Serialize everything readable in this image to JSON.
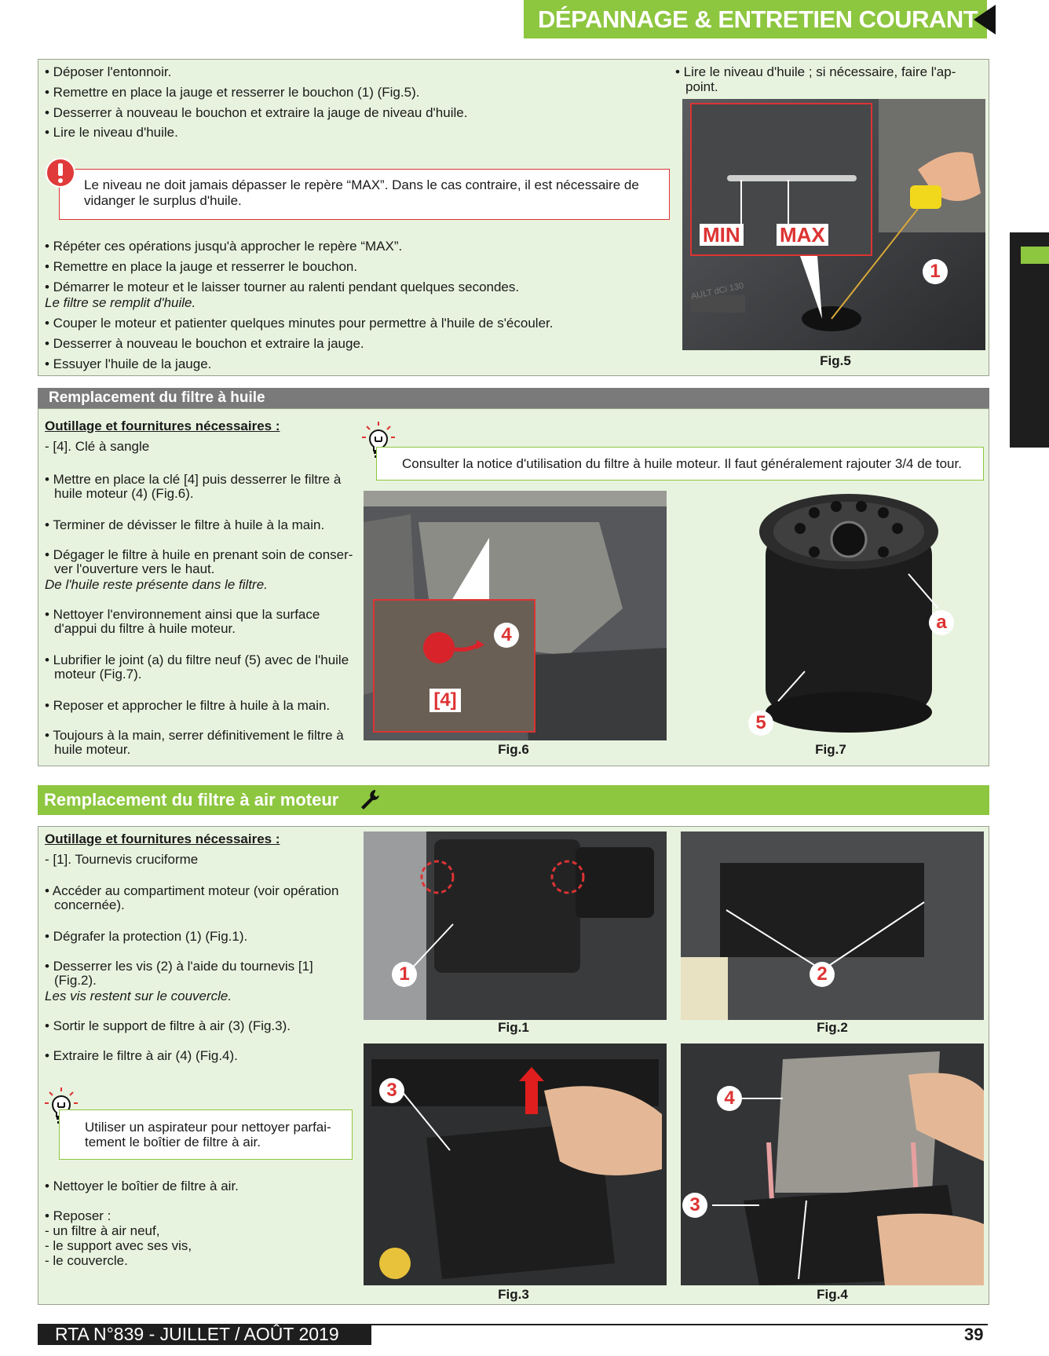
{
  "header": {
    "title": "DÉPANNAGE & ENTRETIEN COURANT"
  },
  "oil_level": {
    "left_bullets": [
      "• Déposer l'entonnoir.",
      "• Remettre en place la jauge et resserrer le bouchon (1) (Fig.5).",
      "• Desserrer à nouveau le bouchon et extraire la jauge de niveau d'huile.",
      "• Lire le niveau d'huile."
    ],
    "warning_line1": "Le niveau ne doit jamais dépasser le repère “MAX”. Dans le cas contraire, il est nécessaire de",
    "warning_line2": "vidanger le surplus d'huile.",
    "bullets2": [
      "• Répéter ces opérations jusqu'à approcher le repère “MAX”.",
      "• Remettre en place la jauge et resserrer le bouchon.",
      "• Démarrer le moteur et le laisser tourner au ralenti pendant quelques secondes."
    ],
    "italic1": "Le filtre se remplit d'huile.",
    "bullets3": [
      "• Couper le moteur et patienter quelques minutes pour permettre à l'huile de s'écouler.",
      "• Desserrer à nouveau le bouchon et extraire la jauge.",
      "• Essuyer l'huile de la jauge."
    ],
    "right_line1": "• Lire le niveau d'huile ; si nécessaire, faire l'ap-",
    "right_line2": "point.",
    "fig5_caption": "Fig.5",
    "fig5_min": "MIN",
    "fig5_max": "MAX",
    "fig5_callout": "1",
    "fig5_engine_text": "AULT dCi 130"
  },
  "oil_filter": {
    "title": "Remplacement du filtre à huile",
    "tools_heading": "Outillage et fournitures nécessaires :",
    "tool1": "- [4]. Clé à sangle",
    "tip": "Consulter la notice d'utilisation du filtre à huile moteur. Il faut généralement rajouter 3/4 de tour.",
    "steps": [
      [
        "• Mettre en place la clé [4] puis desserrer le filtre à",
        "huile moteur (4) (Fig.6)."
      ],
      [
        "• Terminer de dévisser le filtre à huile à la main."
      ],
      [
        "• Dégager le filtre à huile en prenant soin de conser-",
        "ver l'ouverture vers le haut."
      ],
      [
        "• Nettoyer l'environnement ainsi que la surface",
        "d'appui du filtre à huile moteur."
      ],
      [
        "• Lubrifier le joint (a) du filtre neuf (5) avec de l'huile",
        "moteur (Fig.7)."
      ],
      [
        "• Reposer et approcher le filtre à huile à la main."
      ],
      [
        "• Toujours à la main, serrer définitivement le filtre à",
        "huile moteur."
      ]
    ],
    "italic": "De l'huile reste présente dans le filtre.",
    "fig6_caption": "Fig.6",
    "fig6_callout": "4",
    "fig6_tool": "[4]",
    "fig7_caption": "Fig.7",
    "fig7_callout_a": "a",
    "fig7_callout_5": "5"
  },
  "air_filter": {
    "title": "Remplacement du filtre à air moteur",
    "tools_heading": "Outillage et fournitures nécessaires :",
    "tool1": "- [1]. Tournevis cruciforme",
    "steps": [
      [
        "• Accéder au compartiment moteur (voir opération",
        "concernée)."
      ],
      [
        "• Dégrafer la protection (1) (Fig.1)."
      ],
      [
        "• Desserrer les vis (2) à l'aide du tournevis [1]",
        "(Fig.2)."
      ],
      [
        "• Sortir le support de filtre à air (3) (Fig.3)."
      ],
      [
        "• Extraire le filtre à air (4) (Fig.4)."
      ]
    ],
    "italic": "Les vis restent sur le couvercle.",
    "tip_line1": "Utiliser un aspirateur pour nettoyer parfai-",
    "tip_line2": "tement le boîtier de filtre à air.",
    "clean": "• Nettoyer le boîtier de filtre à air.",
    "reposer": [
      "• Reposer :",
      "- un filtre à air neuf,",
      "- le support avec ses vis,",
      "- le couvercle."
    ],
    "fig1_caption": "Fig.1",
    "fig2_caption": "Fig.2",
    "fig3_caption": "Fig.3",
    "fig4_caption": "Fig.4",
    "callout_1": "1",
    "callout_2": "2",
    "callout_3": "3",
    "callout_4": "4"
  },
  "footer": {
    "issue": "RTA N°839 - JUILLET / AOÛT 2019",
    "page": "39"
  }
}
